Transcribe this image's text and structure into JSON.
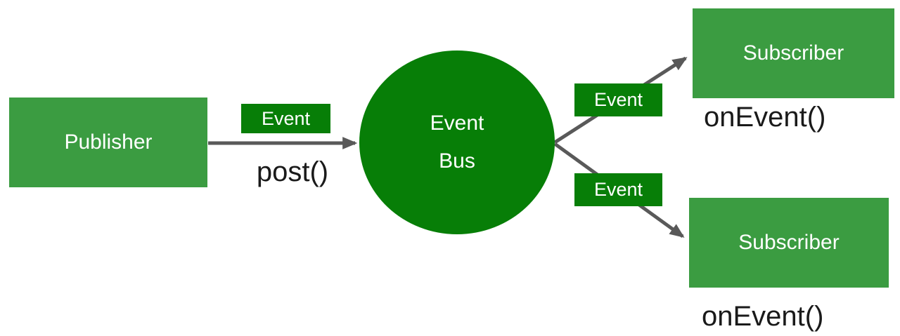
{
  "colors": {
    "background": "#ffffff",
    "node-green": "#3B9C41",
    "bus-green": "#077E07",
    "badge-green": "#077E07",
    "arrow-gray": "#595959",
    "label-black": "#1a1a1a",
    "text-white": "#ffffff"
  },
  "diagram": {
    "publisher": {
      "label": "Publisher",
      "method": "post()"
    },
    "event_bus": {
      "line1": "Event",
      "line2": "Bus"
    },
    "event_labels": [
      "Event",
      "Event",
      "Event"
    ],
    "subscribers": [
      {
        "label": "Subscriber",
        "handler": "onEvent()"
      },
      {
        "label": "Subscriber",
        "handler": "onEvent()"
      }
    ]
  }
}
